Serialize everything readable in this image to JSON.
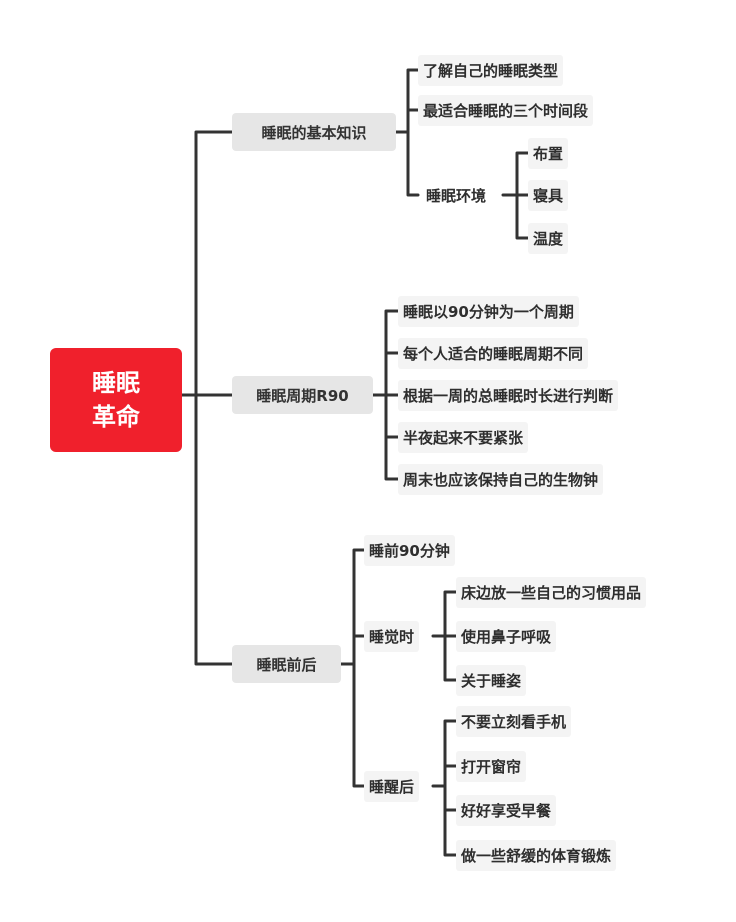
{
  "root": {
    "line1": "睡眠",
    "line2": "革命"
  },
  "branches": [
    {
      "label": "睡眠的基本知识",
      "items": [
        {
          "label": "了解自己的睡眠类型"
        },
        {
          "label": "最适合睡眠的三个时间段"
        },
        {
          "label": "睡眠环境",
          "children": [
            "布置",
            "寝具",
            "温度"
          ]
        }
      ]
    },
    {
      "label": "睡眠周期R90",
      "items": [
        {
          "label": "睡眠以90分钟为一个周期"
        },
        {
          "label": "每个人适合的睡眠周期不同"
        },
        {
          "label": "根据一周的总睡眠时长进行判断"
        },
        {
          "label": "半夜起来不要紧张"
        },
        {
          "label": "周末也应该保持自己的生物钟"
        }
      ]
    },
    {
      "label": "睡眠前后",
      "items": [
        {
          "label": "睡前90分钟"
        },
        {
          "label": "睡觉时",
          "children": [
            "床边放一些自己的习惯用品",
            "使用鼻子呼吸",
            "关于睡姿"
          ]
        },
        {
          "label": "睡醒后",
          "children": [
            "不要立刻看手机",
            "打开窗帘",
            "好好享受早餐",
            "做一些舒缓的体育锻炼"
          ]
        }
      ]
    }
  ]
}
